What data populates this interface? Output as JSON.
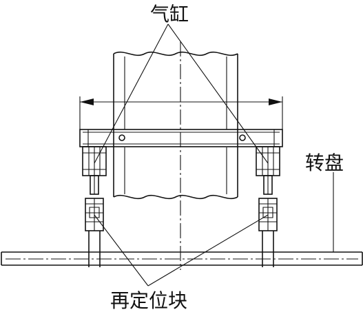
{
  "labels": {
    "cylinder": "气缸",
    "turntable": "转盘",
    "relocating_block": "再定位块"
  },
  "colors": {
    "line": "#111111",
    "background": "#ffffff"
  }
}
